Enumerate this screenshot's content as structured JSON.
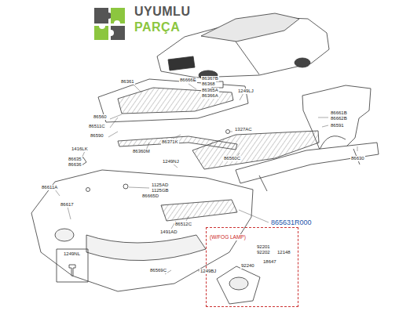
{
  "diagram": {
    "nodes": [
      {
        "text": [
          "(W/FOG LAMP)"
        ]
      }
    ],
    "labels": [
      "UYUMLU",
      "PARÇA",
      "86361",
      "86666E",
      "86367B",
      "86368",
      "86365A",
      "86366A",
      "1249LJ",
      "86560",
      "86511C",
      "86590",
      "86371K",
      "86661B",
      "86662B",
      "86591",
      "1327AC",
      "1416LK",
      "86635",
      "86636",
      "86360M",
      "1249NJ",
      "86560C",
      "86630",
      "1125AD",
      "1125GB",
      "86665D",
      "86611A",
      "86617",
      "86512C",
      "1491AD",
      "865631R000",
      "1249NL",
      "86569C",
      "1249BJ",
      "92201",
      "92202",
      "12148",
      "18647",
      "92240"
    ]
  }
}
